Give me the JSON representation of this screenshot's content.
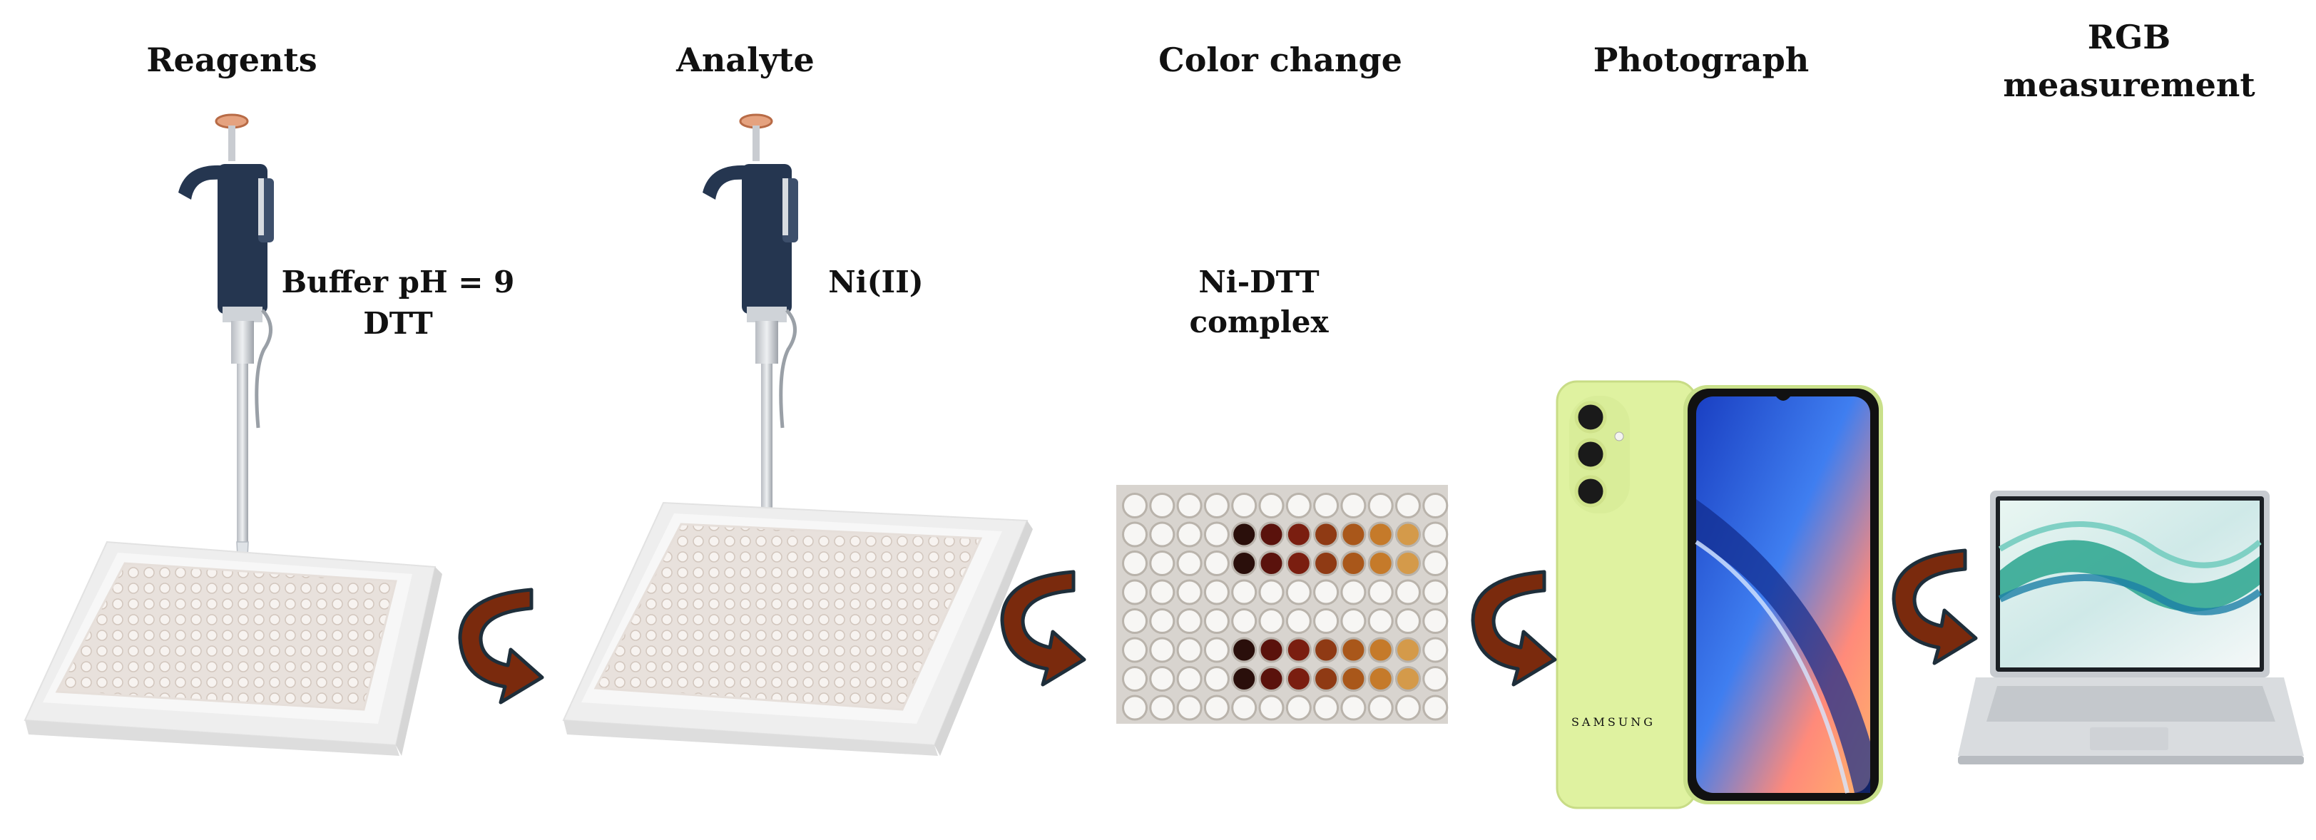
{
  "steps": [
    {
      "title": "Reagents",
      "label_lines": [
        "Buffer pH = 9",
        "DTT"
      ]
    },
    {
      "title": "Analyte",
      "label_lines": [
        "Ni(II)"
      ]
    },
    {
      "title": "Color change",
      "label_lines": [
        "Ni-DTT",
        "complex"
      ]
    },
    {
      "title": "Photograph",
      "label_lines": []
    },
    {
      "title_lines": [
        "RGB",
        "measurement"
      ],
      "label_lines": []
    }
  ],
  "phone_brand_text": "SAMSUNG",
  "colors": {
    "arrow": "#7a2a0d",
    "arrow_outline": "#1e2e3a",
    "pipette_body": "#253650",
    "plate": "#f3f3f3",
    "phone": "#dff2a0"
  },
  "well_colors_note": "wells in plate shown in shades of dark red, brown and orange"
}
